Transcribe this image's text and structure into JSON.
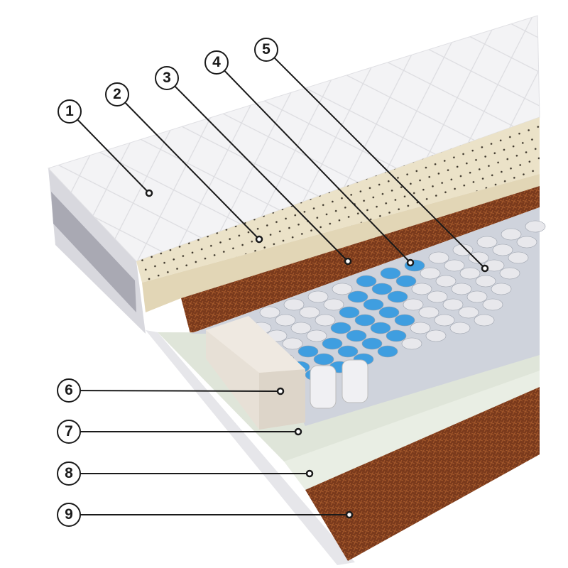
{
  "diagram": {
    "subject": "mattress-layers",
    "callouts": [
      {
        "number": "1",
        "layer": "quilted-cover"
      },
      {
        "number": "2",
        "layer": "latex"
      },
      {
        "number": "3",
        "layer": "coconut-coir"
      },
      {
        "number": "4",
        "layer": "pocket-springs-soft"
      },
      {
        "number": "5",
        "layer": "pocket-springs-firm"
      },
      {
        "number": "6",
        "layer": "foam-edge-support"
      },
      {
        "number": "7",
        "layer": "foam-base"
      },
      {
        "number": "8",
        "layer": "foam-base-edge"
      },
      {
        "number": "9",
        "layer": "coconut-coir-bottom"
      }
    ]
  },
  "colors": {
    "cover": "#f1f1f3",
    "latex": "#e9dfc4",
    "coconut": "#7a3a1c",
    "spring_white": "#e8e8ec",
    "spring_blue": "#3f9ee0",
    "foam": "#e7e0d6",
    "base": "#dfe5d9"
  }
}
